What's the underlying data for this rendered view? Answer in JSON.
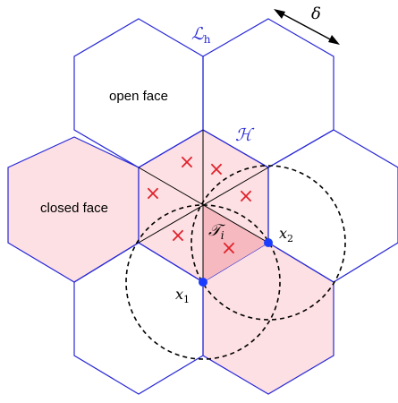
{
  "labels": {
    "lattice": "ℒ",
    "lattice_sub": "h",
    "hexagon": "ℋ",
    "spacing": "δ",
    "open_face": "open face",
    "closed_face": "closed face",
    "triangle": "𝒯",
    "triangle_sub": "i",
    "point1": "x",
    "point1_sub": "1",
    "point2": "x",
    "point2_sub": "2"
  },
  "marker": "×",
  "colors": {
    "edge": "#2a2ad6",
    "closed_fill": "#fde0e3",
    "triangle_fill": "#f6b9bf",
    "cross": "#e0202a",
    "point": "#1a3cff",
    "inner": "#000000",
    "circle": "#000000"
  }
}
